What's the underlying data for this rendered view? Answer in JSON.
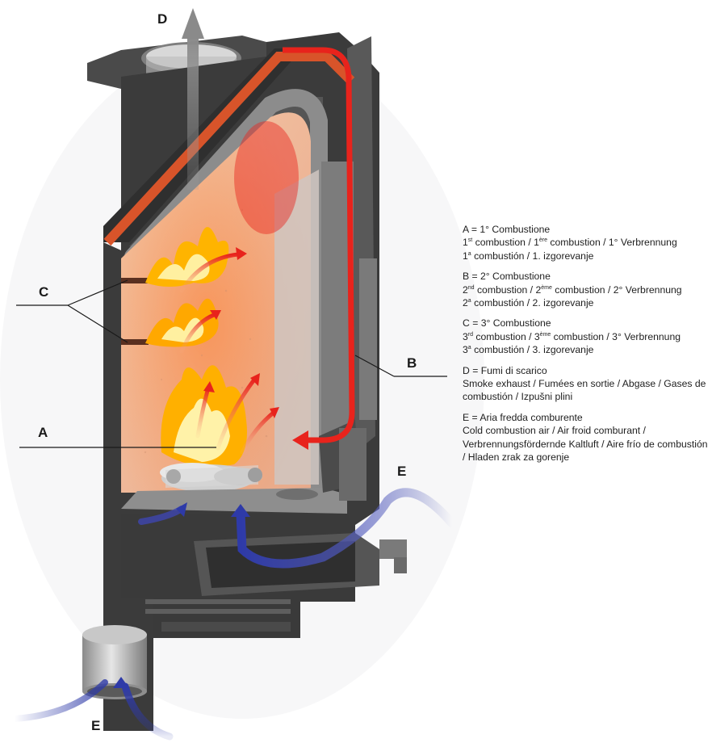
{
  "callouts": {
    "A": "A",
    "B": "B",
    "C": "C",
    "D": "D",
    "E_right": "E",
    "E_bottom": "E"
  },
  "legend": [
    {
      "key": "A",
      "title": "A = 1° Combustione",
      "lines": [
        {
          "parts": [
            {
              "t": "1"
            },
            {
              "sup": "st"
            },
            {
              "t": " combustion / 1"
            },
            {
              "sup": "ère"
            },
            {
              "t": " combustion / 1° Verbrennung"
            }
          ]
        },
        {
          "parts": [
            {
              "t": "1"
            },
            {
              "sup": "a"
            },
            {
              "t": " combustión / 1. izgorevanje"
            }
          ]
        }
      ]
    },
    {
      "key": "B",
      "title": "B = 2° Combustione",
      "lines": [
        {
          "parts": [
            {
              "t": "2"
            },
            {
              "sup": "nd"
            },
            {
              "t": " combustion / 2"
            },
            {
              "sup": "ème"
            },
            {
              "t": " combustion / 2° Verbrennung"
            }
          ]
        },
        {
          "parts": [
            {
              "t": "2"
            },
            {
              "sup": "a"
            },
            {
              "t": " combustión / 2. izgorevanje"
            }
          ]
        }
      ]
    },
    {
      "key": "C",
      "title": "C = 3° Combustione",
      "lines": [
        {
          "parts": [
            {
              "t": "3"
            },
            {
              "sup": "rd"
            },
            {
              "t": " combustion / 3"
            },
            {
              "sup": "ème"
            },
            {
              "t": " combustion / 3° Verbrennung"
            }
          ]
        },
        {
          "parts": [
            {
              "t": "3"
            },
            {
              "sup": "a"
            },
            {
              "t": " combustión / 3. izgorevanje"
            }
          ]
        }
      ]
    },
    {
      "key": "D",
      "title": "D = Fumi di scarico",
      "lines": [
        {
          "parts": [
            {
              "t": "Smoke exhaust / Fumées en sortie / Abgase / Gases de combustión / Izpušni plini"
            }
          ]
        }
      ]
    },
    {
      "key": "E",
      "title": "E = Aria fredda comburente",
      "lines": [
        {
          "parts": [
            {
              "t": "Cold combustion air / Air froid comburant / Verbrennungsfördernde Kaltluft / Aire frío de combustión / Hladen zrak za gorenje"
            }
          ]
        }
      ]
    }
  ],
  "colors": {
    "hot_flow": "#e8231c",
    "cold_flow": "#2e3aa8",
    "body_dark": "#3a3a3a",
    "firebrick": "#e9b9a2",
    "flame": "#ffb400",
    "exhaust_arrow": "#9a9a9a",
    "insulation": "#d8622a"
  }
}
